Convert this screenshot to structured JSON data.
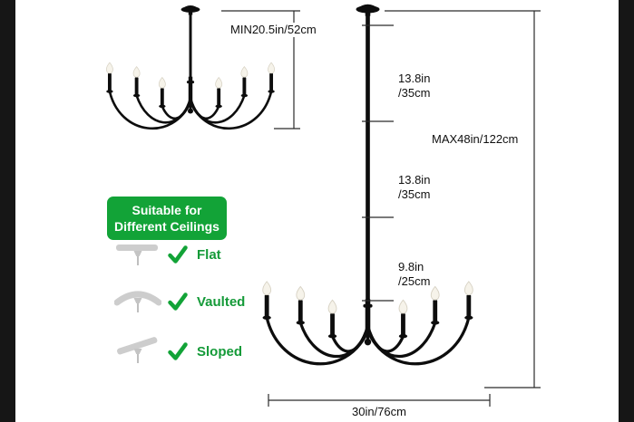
{
  "figure": {
    "min_height_label": "MIN20.5in/52cm",
    "max_height_label": "MAX48in/122cm",
    "width_label": "30in/76cm",
    "rod_segments": [
      {
        "line1": "13.8in",
        "line2": "/35cm"
      },
      {
        "line1": "13.8in",
        "line2": "/35cm"
      },
      {
        "line1": "9.8in",
        "line2": "/25cm"
      }
    ]
  },
  "badge": {
    "line1": "Suitable for",
    "line2": "Different Ceilings"
  },
  "ceiling_types": [
    {
      "label": "Flat"
    },
    {
      "label": "Vaulted"
    },
    {
      "label": "Sloped"
    }
  ],
  "colors": {
    "badge_green": "#12a337",
    "check_green": "#12a337",
    "label_green": "#149a38",
    "fixture_black": "#0d0d0d",
    "icon_gray": "#cdcdcd",
    "dimension_line": "#2b2b2b",
    "background": "#ffffff",
    "side_bar": "#161616"
  }
}
